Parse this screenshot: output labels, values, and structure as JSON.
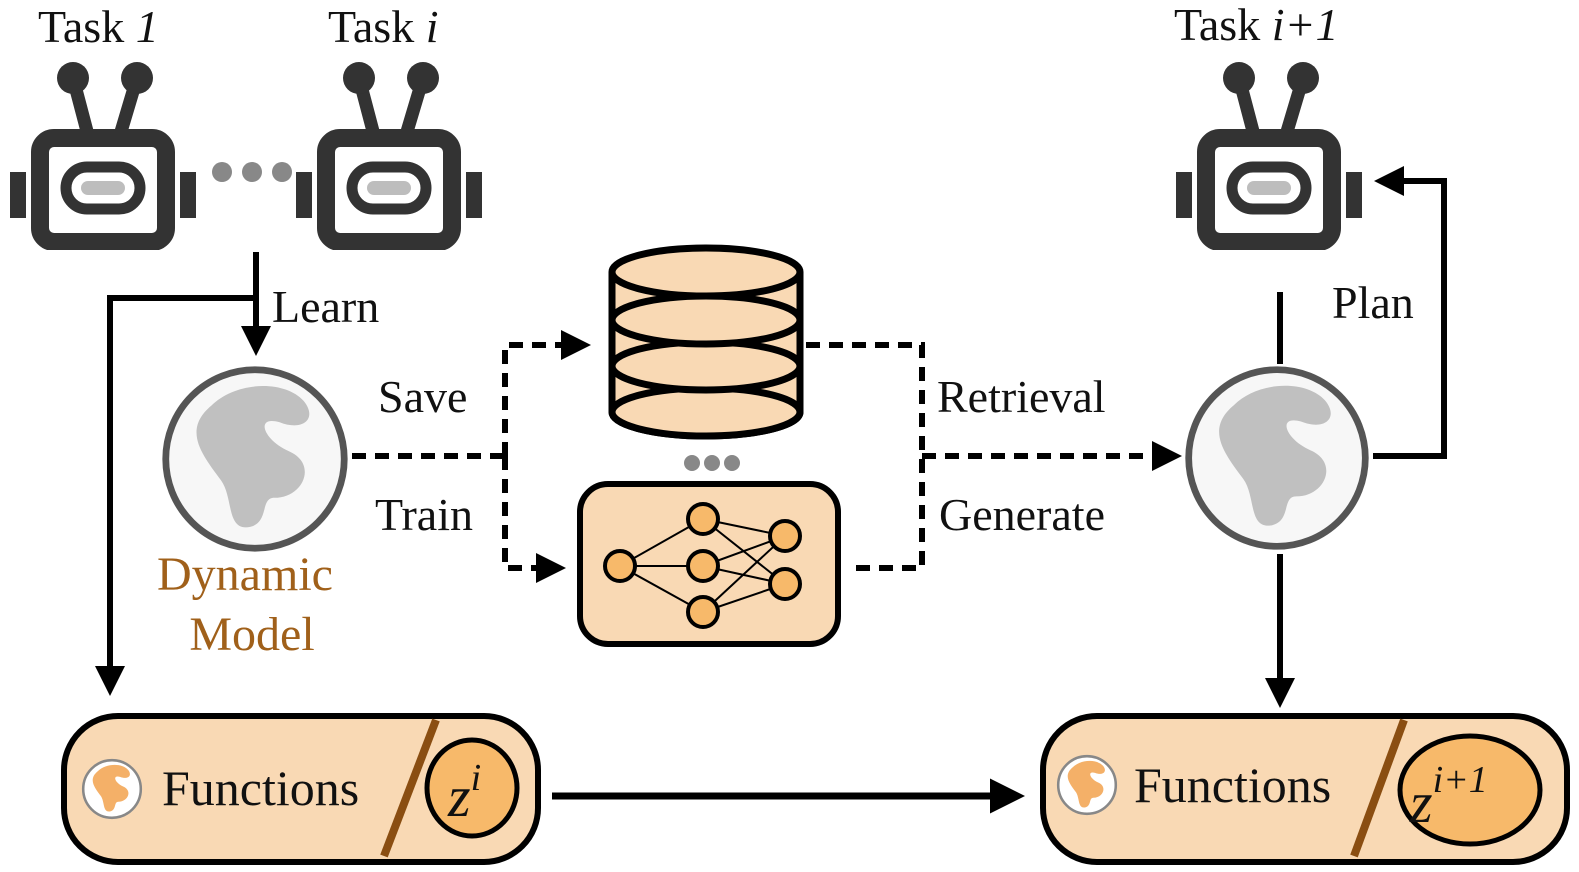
{
  "tasks": {
    "task_1": {
      "prefix": "Task ",
      "index": "1"
    },
    "task_i": {
      "prefix": "Task ",
      "index": "i"
    },
    "task_next": {
      "prefix": "Task ",
      "index": "i+1"
    }
  },
  "edges": {
    "learn": "Learn",
    "save": "Save",
    "train": "Train",
    "retrieval": "Retrieval",
    "generate": "Generate",
    "plan": "Plan"
  },
  "dynamic_model": {
    "line1": "Dynamic",
    "line2": "Model"
  },
  "functions_left": {
    "label": "Functions",
    "z": "z",
    "sup": "i"
  },
  "functions_right": {
    "label": "Functions",
    "z": "z",
    "sup_var": "i",
    "sup_rest": "+1"
  },
  "icons": [
    "robot-icon",
    "globe-icon",
    "database-icon",
    "neural-network-icon"
  ],
  "colors": {
    "robot": "#333333",
    "peach_fill": "#f9d9b4",
    "orange_node": "#f7b96a",
    "model_label": "#a0601a",
    "slash": "#8a4e12",
    "globe_land": "#c0c0c0",
    "dots": "#888888"
  }
}
